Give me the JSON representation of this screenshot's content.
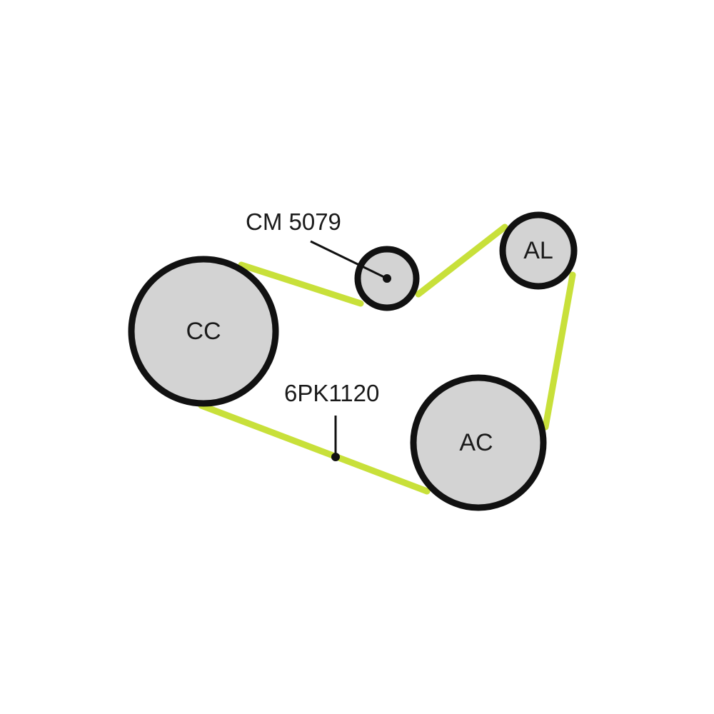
{
  "colors": {
    "belt": "#c8e03a",
    "pulley_fill": "#d3d3d3",
    "pulley_outline": "#111111",
    "background": "#ffffff"
  },
  "pulleys": {
    "crankshaft": {
      "label": "CC"
    },
    "tensioner": {
      "label": ""
    },
    "alternator": {
      "label": "AL"
    },
    "ac_compressor": {
      "label": "AC"
    }
  },
  "callouts": {
    "tensioner_part": "CM 5079",
    "belt_part": "6PK1120"
  }
}
